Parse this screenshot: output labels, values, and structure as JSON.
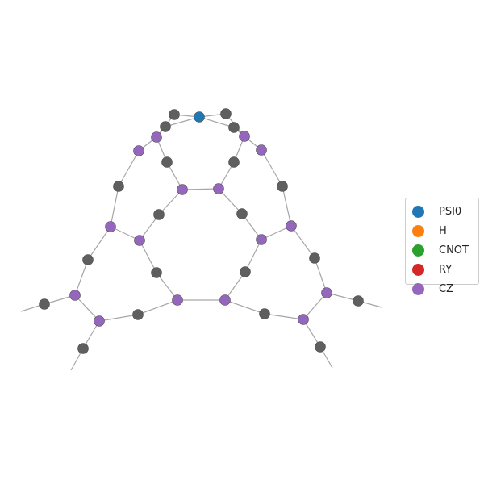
{
  "colors": {
    "edge": "#a6a6a6",
    "gray_node": "#5f5f5f",
    "node_stroke": "#4a4a4a"
  },
  "legend": [
    {
      "label": "PSI0",
      "color": "#1f77b4"
    },
    {
      "label": "H",
      "color": "#ff7f0e"
    },
    {
      "label": "CNOT",
      "color": "#2ca02c"
    },
    {
      "label": "RY",
      "color": "#d62728"
    },
    {
      "label": "CZ",
      "color": "#9467bd"
    }
  ],
  "graph": {
    "nodes": [
      {
        "id": "psi0",
        "kind": "PSI0"
      },
      {
        "id": "g1",
        "kind": "gray"
      },
      {
        "id": "g2",
        "kind": "gray"
      },
      {
        "id": "g3",
        "kind": "gray"
      },
      {
        "id": "g4",
        "kind": "gray"
      },
      {
        "id": "p_tl1",
        "kind": "CZ"
      },
      {
        "id": "p_tl2",
        "kind": "CZ"
      },
      {
        "id": "p_tr1",
        "kind": "CZ"
      },
      {
        "id": "p_tr2",
        "kind": "CZ"
      },
      {
        "id": "g5",
        "kind": "gray"
      },
      {
        "id": "g6",
        "kind": "gray"
      },
      {
        "id": "p_ic1",
        "kind": "CZ"
      },
      {
        "id": "p_ic2",
        "kind": "CZ"
      },
      {
        "id": "g7",
        "kind": "gray"
      },
      {
        "id": "g8",
        "kind": "gray"
      },
      {
        "id": "g9",
        "kind": "gray"
      },
      {
        "id": "g10",
        "kind": "gray"
      },
      {
        "id": "p_ml",
        "kind": "CZ"
      },
      {
        "id": "p_il",
        "kind": "CZ"
      },
      {
        "id": "p_mr",
        "kind": "CZ"
      },
      {
        "id": "p_ir",
        "kind": "CZ"
      },
      {
        "id": "g11",
        "kind": "gray"
      },
      {
        "id": "g12",
        "kind": "gray"
      },
      {
        "id": "g13",
        "kind": "gray"
      },
      {
        "id": "g14",
        "kind": "gray"
      },
      {
        "id": "p_bl",
        "kind": "CZ"
      },
      {
        "id": "p_br",
        "kind": "CZ"
      },
      {
        "id": "p_ll1",
        "kind": "CZ"
      },
      {
        "id": "p_ll2",
        "kind": "CZ"
      },
      {
        "id": "p_rr1",
        "kind": "CZ"
      },
      {
        "id": "p_rr2",
        "kind": "CZ"
      },
      {
        "id": "g15",
        "kind": "gray"
      },
      {
        "id": "g16",
        "kind": "gray"
      },
      {
        "id": "g17",
        "kind": "gray"
      },
      {
        "id": "g18",
        "kind": "gray"
      },
      {
        "id": "g19",
        "kind": "gray"
      },
      {
        "id": "g20",
        "kind": "gray"
      }
    ],
    "edges": [
      [
        "g1",
        "psi0"
      ],
      [
        "g2",
        "psi0"
      ],
      [
        "g3",
        "psi0"
      ],
      [
        "g4",
        "psi0"
      ],
      [
        "g1",
        "p_tl2"
      ],
      [
        "g3",
        "p_tl2"
      ],
      [
        "p_tl2",
        "p_tl1"
      ],
      [
        "p_tl2",
        "g5"
      ],
      [
        "g2",
        "p_tr2"
      ],
      [
        "g4",
        "p_tr2"
      ],
      [
        "p_tr2",
        "p_tr1"
      ],
      [
        "p_tr2",
        "g6"
      ],
      [
        "g5",
        "p_ic1"
      ],
      [
        "g6",
        "p_ic2"
      ],
      [
        "p_ic1",
        "p_ic2"
      ],
      [
        "p_tl1",
        "g7"
      ],
      [
        "g7",
        "p_ml"
      ],
      [
        "p_tr1",
        "g8"
      ],
      [
        "g8",
        "p_mr"
      ],
      [
        "p_ic1",
        "g9"
      ],
      [
        "g9",
        "p_il"
      ],
      [
        "p_ic2",
        "g10"
      ],
      [
        "g10",
        "p_ir"
      ],
      [
        "p_ml",
        "p_il"
      ],
      [
        "p_mr",
        "p_ir"
      ],
      [
        "p_ml",
        "g11"
      ],
      [
        "g11",
        "p_ll1"
      ],
      [
        "p_il",
        "g12"
      ],
      [
        "g12",
        "p_bl"
      ],
      [
        "p_ir",
        "g13"
      ],
      [
        "g13",
        "p_br"
      ],
      [
        "p_mr",
        "g14"
      ],
      [
        "g14",
        "p_rr1"
      ],
      [
        "p_bl",
        "p_br"
      ],
      [
        "p_bl",
        "g15"
      ],
      [
        "g15",
        "p_ll2"
      ],
      [
        "p_br",
        "g16"
      ],
      [
        "g16",
        "p_rr2"
      ],
      [
        "p_ll1",
        "p_ll2"
      ],
      [
        "p_rr1",
        "p_rr2"
      ],
      [
        "p_ll1",
        "g17"
      ],
      [
        "p_ll2",
        "g18"
      ],
      [
        "p_rr1",
        "g19"
      ],
      [
        "p_rr2",
        "g20"
      ]
    ],
    "dangling": [
      "g17",
      "g18",
      "g19",
      "g20"
    ]
  }
}
